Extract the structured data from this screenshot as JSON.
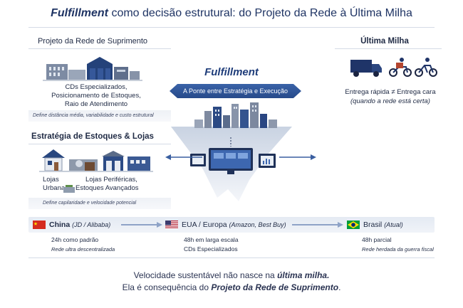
{
  "title": {
    "bold": "Fulfillment",
    "rest": " como decisão estrutural: do Projeto da Rede à Última Milha"
  },
  "left_top": {
    "heading": "Projeto da Rede de Suprimento",
    "caption_lines": [
      "CDs Especializados,",
      "Posicionamento de Estoques,",
      "Raio de Atendimento"
    ],
    "note": "Define distância média, variabilidade e custo estrutural"
  },
  "left_bottom": {
    "heading": "Estratégia de Estoques & Lojas",
    "caption_left": "Lojas Urbanas:",
    "caption_right": "Lojas Periféricas,",
    "caption_line2": "Estoques Avançados",
    "note": "Define capilaridade e velocidade potencial"
  },
  "center": {
    "title": "Fulfillment",
    "banner": "A Ponte entre Estratégia e Execução"
  },
  "right": {
    "heading": "Última Milha",
    "caption_line1": "Entrega rápida ≠ Entrega cara",
    "caption_line2": "(quando a rede está certa)"
  },
  "timeline": [
    {
      "country": "China",
      "detail": "(JD / Alibaba)",
      "line1": "24h como padrão",
      "line2": "Rede ultra descentralizada"
    },
    {
      "country": "EUA / Europa",
      "detail": "(Amazon, Best Buy)",
      "line1": "48h em larga escala",
      "line2": "CDs Especializados"
    },
    {
      "country": "Brasil",
      "detail": "(Atual)",
      "line1": "48h parcial",
      "line2": "Rede herdada da guerra fiscal"
    }
  ],
  "footer": {
    "line1_pre": "Velocidade sustentável não nasce na ",
    "line1_bold": "última milha.",
    "line2_pre": "Ela é consequência do ",
    "line2_bold": "Projeto da Rede de Suprimento",
    "line2_post": "."
  },
  "colors": {
    "navy": "#1f3464",
    "accent": "#274a8a",
    "banner": "#3a63a8"
  }
}
